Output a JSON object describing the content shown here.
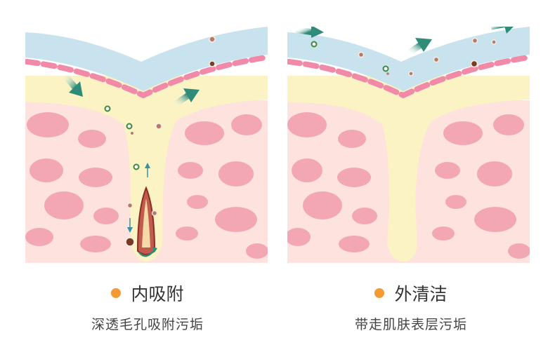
{
  "colors": {
    "accent_dot": "#f39a35",
    "epidermis_top": "#c8e3ee",
    "dashed_layer": "#f08aa8",
    "yellow_layer": "#fbf3c4",
    "dermis": "#fde2dd",
    "pink_cells": "#f3a7b5",
    "arrows": "#2f8c78"
  },
  "left": {
    "title": "内吸附",
    "subtitle": "深透毛孔吸附污垢"
  },
  "right": {
    "title": "外清洁",
    "subtitle": "带走肌肤表层污垢"
  }
}
